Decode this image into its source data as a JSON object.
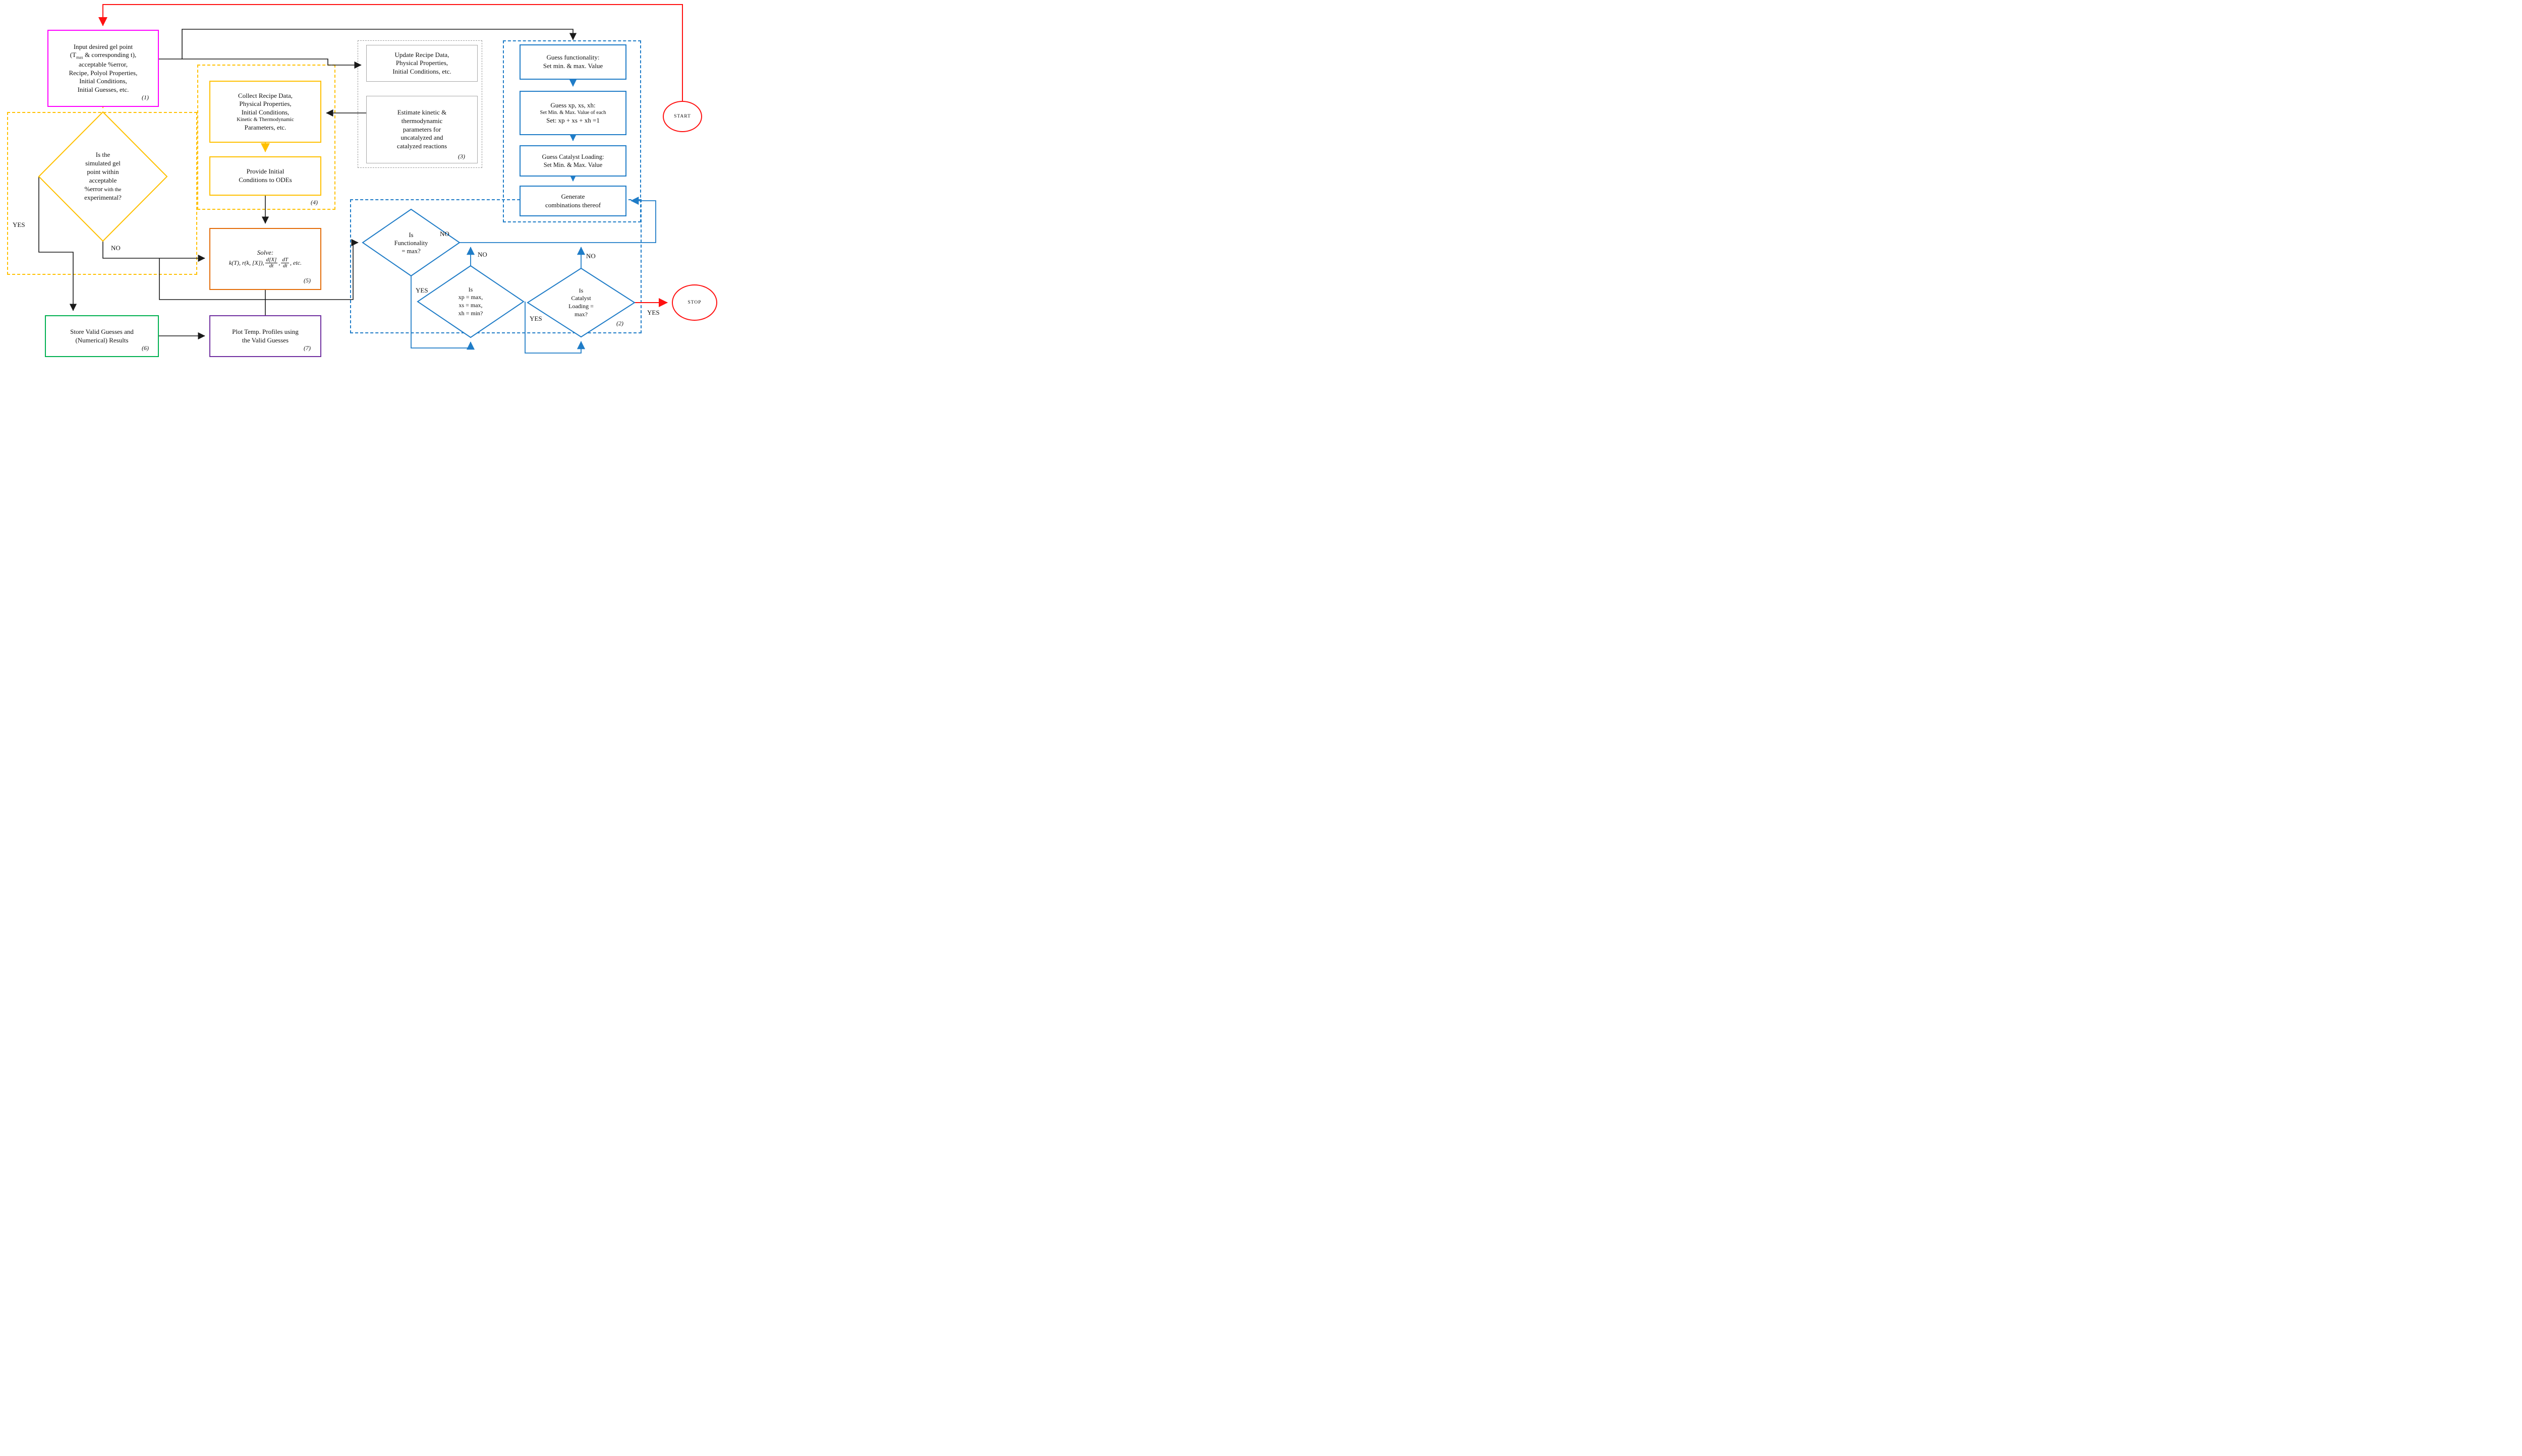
{
  "colors": {
    "magenta": "#FF00FF",
    "yellow": "#FFC000",
    "gray_box": "#A8A8A8",
    "orange": "#E36C09",
    "green": "#00B050",
    "purple": "#7030A0",
    "blue": "#1F7CC7",
    "red": "#FF1111",
    "black": "#1a1a1a"
  },
  "start": "START",
  "stop": "STOP",
  "tags": {
    "t1": "(1)",
    "t2": "(2)",
    "t3": "(3)",
    "t4": "(4)",
    "t5": "(5)",
    "t6": "(6)",
    "t7": "(7)"
  },
  "edge_labels": {
    "yes_gel": "YES",
    "no_gel": "NO",
    "no_func": "NO",
    "no_frac": "NO",
    "no_cat": "NO",
    "yes_func": "YES",
    "yes_frac": "YES",
    "yes_cat": "YES"
  },
  "nodes": {
    "input": {
      "l1": "Input desired gel point",
      "l2a": "(T",
      "l2b": "max",
      "l2c": " & corresponding t),",
      "l3": "acceptable %error,",
      "l4": "Recipe, Polyol Properties,",
      "l5": "Initial Conditions,",
      "l6": "Initial Guesses, etc."
    },
    "gel_check": {
      "l1": "Is the",
      "l2": "simulated gel",
      "l3": "point within",
      "l4": "acceptable",
      "l5a": "%error",
      "l5b": " with the",
      "l6": "experimental?"
    },
    "collect": {
      "l1": "Collect Recipe Data,",
      "l2": "Physical Properties,",
      "l3": "Initial Conditions,",
      "l4": "Kinetic & Thermodynamic",
      "l5": "Parameters, etc."
    },
    "provide": {
      "l1": "Provide Initial",
      "l2": "Conditions to ODEs"
    },
    "solve": {
      "title": "Solve:",
      "e1": "k(T), r(k, [X]),",
      "f1n": "d[X]",
      "f1d": "dt",
      "comma": ",",
      "f2n": "dT",
      "f2d": "dt",
      "e2": ", etc."
    },
    "update": {
      "l1": "Update Recipe Data,",
      "l2": "Physical Properties,",
      "l3": "Initial Conditions, etc."
    },
    "estimate": {
      "l1": "Estimate kinetic &",
      "l2": "thermodynamic",
      "l3": "parameters for",
      "l4": "uncatalyzed and",
      "l5": "catalyzed reactions"
    },
    "guess_functionality": {
      "l1": "Guess functionality:",
      "l2": "Set min. & max. Value"
    },
    "guess_fractions": {
      "l1": "Guess xp, xs, xh:",
      "l2": "Set Min. & Max. Value of each",
      "l3": "Set: xp + xs + xh =1"
    },
    "guess_catalyst": {
      "l1": "Guess Catalyst Loading:",
      "l2": "Set Min. & Max. Value"
    },
    "generate": {
      "l1": "Generate",
      "l2": "combinations thereof"
    },
    "store": {
      "l1": "Store Valid Guesses and",
      "l2": "(Numerical) Results"
    },
    "plot": {
      "l1": "Plot Temp. Profiles using",
      "l2": "the Valid Guesses"
    },
    "func_check": {
      "l1": "Is",
      "l2": "Functionality",
      "l3": "= max?"
    },
    "frac_check": {
      "l1": "Is",
      "l2": "xp = max,",
      "l3": "xs = max,",
      "l4": "xh = min?"
    },
    "catalyst_check": {
      "l1": "Is",
      "l2": "Catalyst",
      "l3": "Loading =",
      "l4": "max?"
    }
  }
}
